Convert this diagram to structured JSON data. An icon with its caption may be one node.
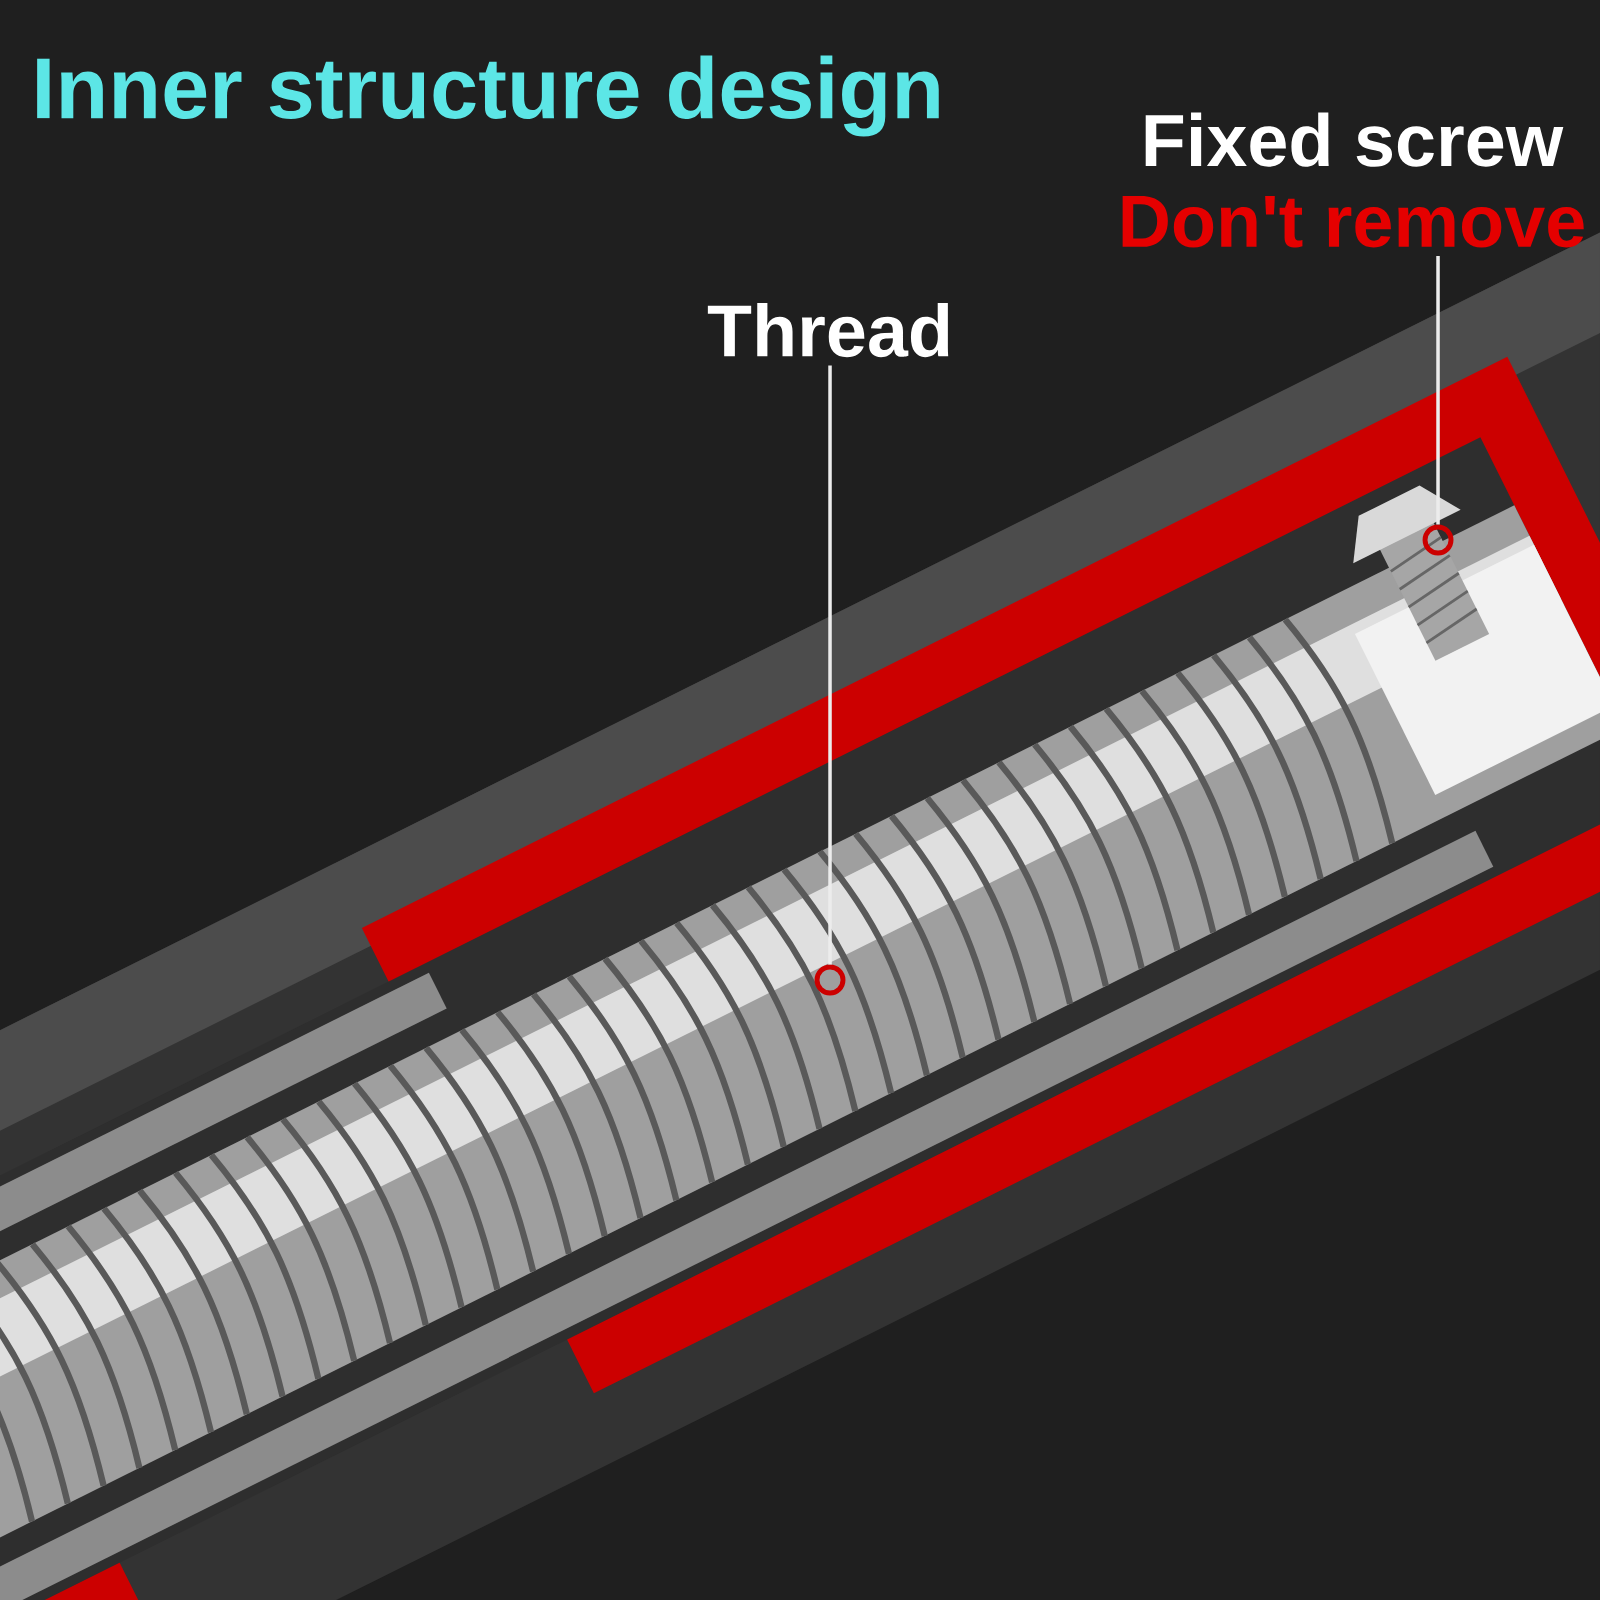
{
  "diagram": {
    "title": "Inner structure design",
    "nodes": [
      {
        "text": [
          "Thread"
        ]
      },
      {
        "text": [
          "Fixed screw",
          "Don't remove"
        ]
      },
      {
        "text": [],
        "shape": "circle"
      },
      {
        "text": [],
        "shape": "circle"
      }
    ],
    "edges": [
      {
        "from": 0,
        "to": 2,
        "arrow": "none"
      },
      {
        "from": 1,
        "to": 3,
        "arrow": "none"
      }
    ]
  }
}
